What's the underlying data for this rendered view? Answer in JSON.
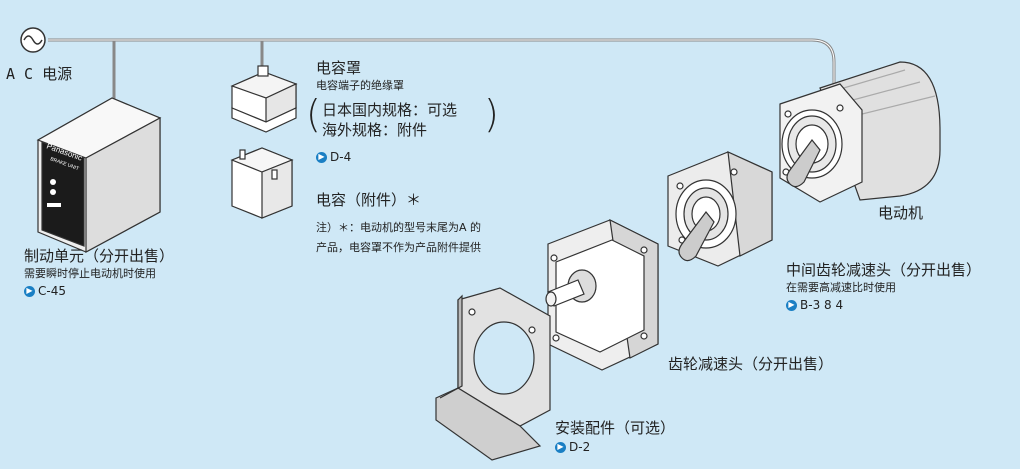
{
  "ac_source": {
    "label": "A C 电源"
  },
  "brake_unit": {
    "title": "制动单元（分开出售）",
    "desc": "需要瞬时停止电动机时使用",
    "ref": "C-45",
    "brand": "Panasonic",
    "panel_text": "BRAKE UNIT"
  },
  "capacitor_cover": {
    "title": "电容罩",
    "desc": "电容端子的绝缘罩",
    "spec_domestic": "日本国内规格：可选",
    "spec_overseas": "海外规格：附件",
    "ref": "D-4"
  },
  "capacitor": {
    "title": "电容（附件）＊",
    "note_line1": "注）＊：电动机的型号末尾为A 的",
    "note_line2": "产品，电容罩不作为产品附件提供"
  },
  "motor": {
    "title": "电动机"
  },
  "intermediate_gear": {
    "title": "中间齿轮减速头（分开出售）",
    "desc": "在需要高减速比时使用",
    "ref": "B-3 8 4"
  },
  "gear_head": {
    "title": "齿轮减速头（分开出售）"
  },
  "mounting": {
    "title": "安装配件（可选）",
    "ref": "D-2"
  },
  "icons": {
    "ref_arrow": "right-arrow-circle-icon",
    "ac_symbol": "ac-sine-icon"
  }
}
